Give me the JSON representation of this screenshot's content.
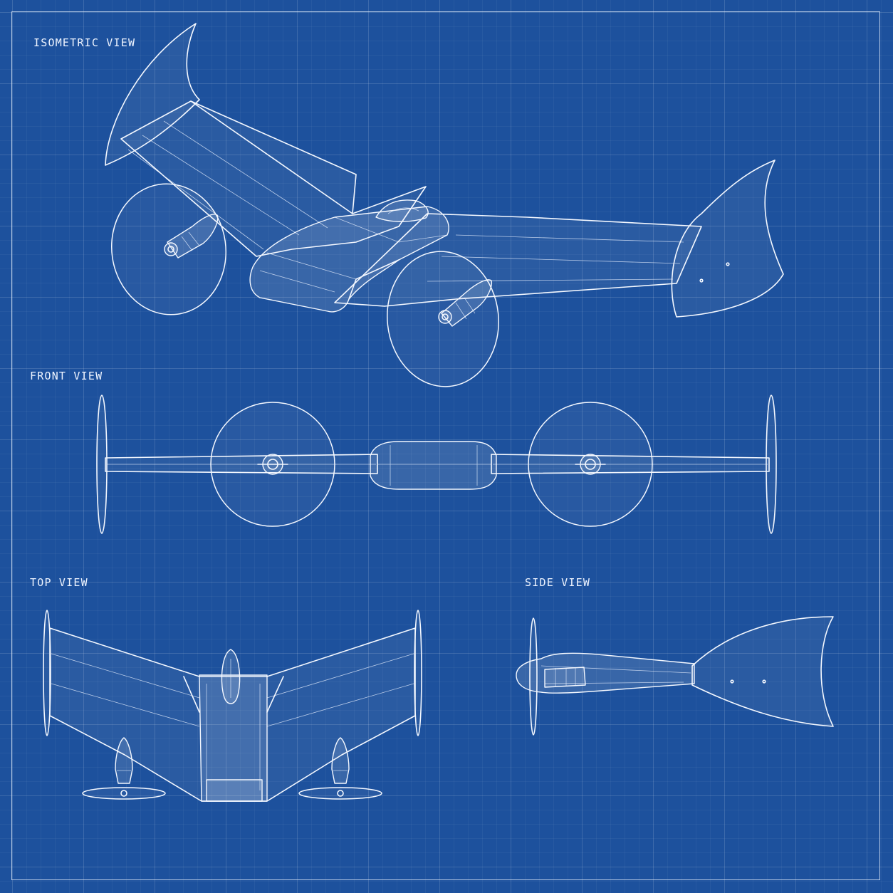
{
  "views": {
    "isometric": {
      "label": "ISOMETRIC VIEW"
    },
    "front": {
      "label": "FRONT VIEW"
    },
    "top": {
      "label": "TOP VIEW"
    },
    "side": {
      "label": "SIDE VIEW"
    }
  },
  "colors": {
    "background": "#1d519d",
    "line": "#f4f8ff",
    "grid": "#5a82c0"
  }
}
